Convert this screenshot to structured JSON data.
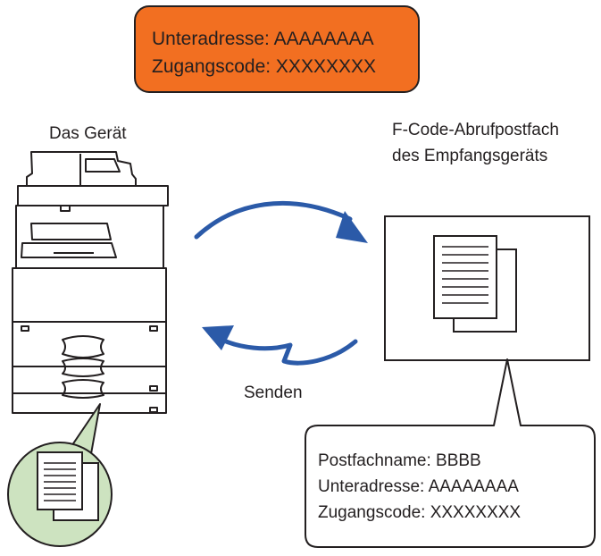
{
  "top_box": {
    "line1": "Unteradresse: AAAAAAAA",
    "line2": "Zugangscode: XXXXXXXX",
    "fill": "#f26f21"
  },
  "device": {
    "label": "Das Gerät"
  },
  "mailbox": {
    "label_line1": "F-Code-Abrufpostfach",
    "label_line2": "des Empfangsgeräts"
  },
  "send": {
    "label": "Senden"
  },
  "callout": {
    "line1": "Postfachname: BBBB",
    "line2": "Unteradresse: AAAAAAAA",
    "line3": "Zugangscode: XXXXXXXX"
  },
  "colors": {
    "arrow": "#2b5aa8",
    "bubble": "#cde3c0"
  }
}
